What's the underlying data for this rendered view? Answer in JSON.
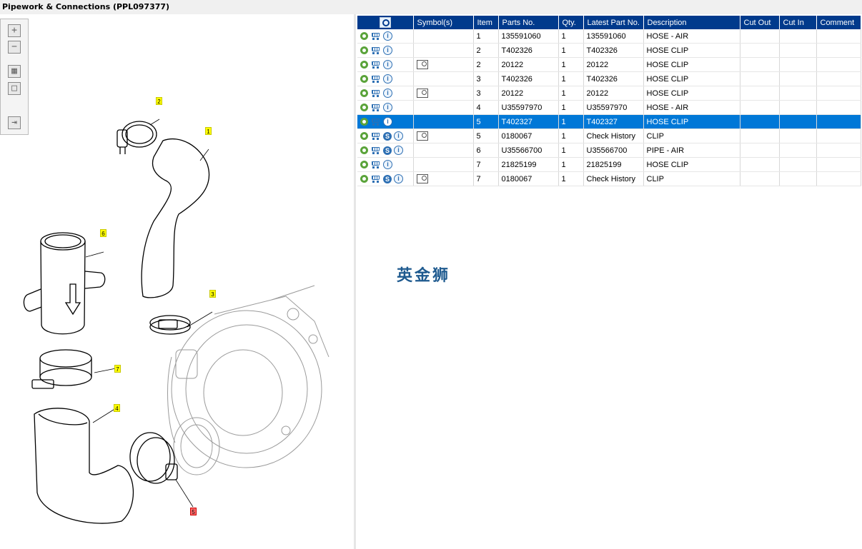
{
  "window": {
    "title": "Pipework & Connections (PPL097377)"
  },
  "toolbar": {
    "buttons": [
      {
        "name": "zoom-in-button",
        "glyph": "+"
      },
      {
        "name": "zoom-out-button",
        "glyph": "−"
      },
      {
        "name": "fit-all-button",
        "glyph": "▦"
      },
      {
        "name": "fit-window-button",
        "glyph": "□"
      },
      {
        "name": "collapse-pane-button",
        "glyph": "⇥"
      }
    ]
  },
  "diagram": {
    "callouts": [
      {
        "label": "2",
        "selected": false
      },
      {
        "label": "1",
        "selected": false
      },
      {
        "label": "6",
        "selected": false
      },
      {
        "label": "3",
        "selected": false
      },
      {
        "label": "7",
        "selected": false
      },
      {
        "label": "4",
        "selected": false
      },
      {
        "label": "5",
        "selected": true
      }
    ]
  },
  "table": {
    "headers": [
      "",
      "Symbol(s)",
      "Item",
      "Parts No.",
      "Qty.",
      "Latest Part No.",
      "Description",
      "Cut Out",
      "Cut In",
      "Comment"
    ],
    "rows": [
      {
        "s": false,
        "book": false,
        "item": "1",
        "part": "135591060",
        "qty": "1",
        "latest": "135591060",
        "desc": "HOSE - AIR",
        "selected": false
      },
      {
        "s": false,
        "book": false,
        "item": "2",
        "part": "T402326",
        "qty": "1",
        "latest": "T402326",
        "desc": "HOSE CLIP",
        "selected": false
      },
      {
        "s": false,
        "book": true,
        "item": "2",
        "part": "20122",
        "qty": "1",
        "latest": "20122",
        "desc": "HOSE CLIP",
        "selected": false
      },
      {
        "s": false,
        "book": false,
        "item": "3",
        "part": "T402326",
        "qty": "1",
        "latest": "T402326",
        "desc": "HOSE CLIP",
        "selected": false
      },
      {
        "s": false,
        "book": true,
        "item": "3",
        "part": "20122",
        "qty": "1",
        "latest": "20122",
        "desc": "HOSE CLIP",
        "selected": false
      },
      {
        "s": false,
        "book": false,
        "item": "4",
        "part": "U35597970",
        "qty": "1",
        "latest": "U35597970",
        "desc": "HOSE - AIR",
        "selected": false
      },
      {
        "s": false,
        "book": false,
        "item": "5",
        "part": "T402327",
        "qty": "1",
        "latest": "T402327",
        "desc": "HOSE CLIP",
        "selected": true
      },
      {
        "s": true,
        "book": true,
        "item": "5",
        "part": "0180067",
        "qty": "1",
        "latest": "Check History",
        "desc": "CLIP",
        "selected": false
      },
      {
        "s": true,
        "book": false,
        "item": "6",
        "part": "U35566700",
        "qty": "1",
        "latest": "U35566700",
        "desc": "PIPE - AIR",
        "selected": false
      },
      {
        "s": false,
        "book": false,
        "item": "7",
        "part": "21825199",
        "qty": "1",
        "latest": "21825199",
        "desc": "HOSE CLIP",
        "selected": false
      },
      {
        "s": true,
        "book": true,
        "item": "7",
        "part": "0180067",
        "qty": "1",
        "latest": "Check History",
        "desc": "CLIP",
        "selected": false
      }
    ]
  },
  "watermark": {
    "text": "英金狮"
  },
  "colors": {
    "header": "#003a8c",
    "selection": "#0078d7",
    "callout": "#ffff00",
    "callout_selected": "#ff6a6a"
  }
}
